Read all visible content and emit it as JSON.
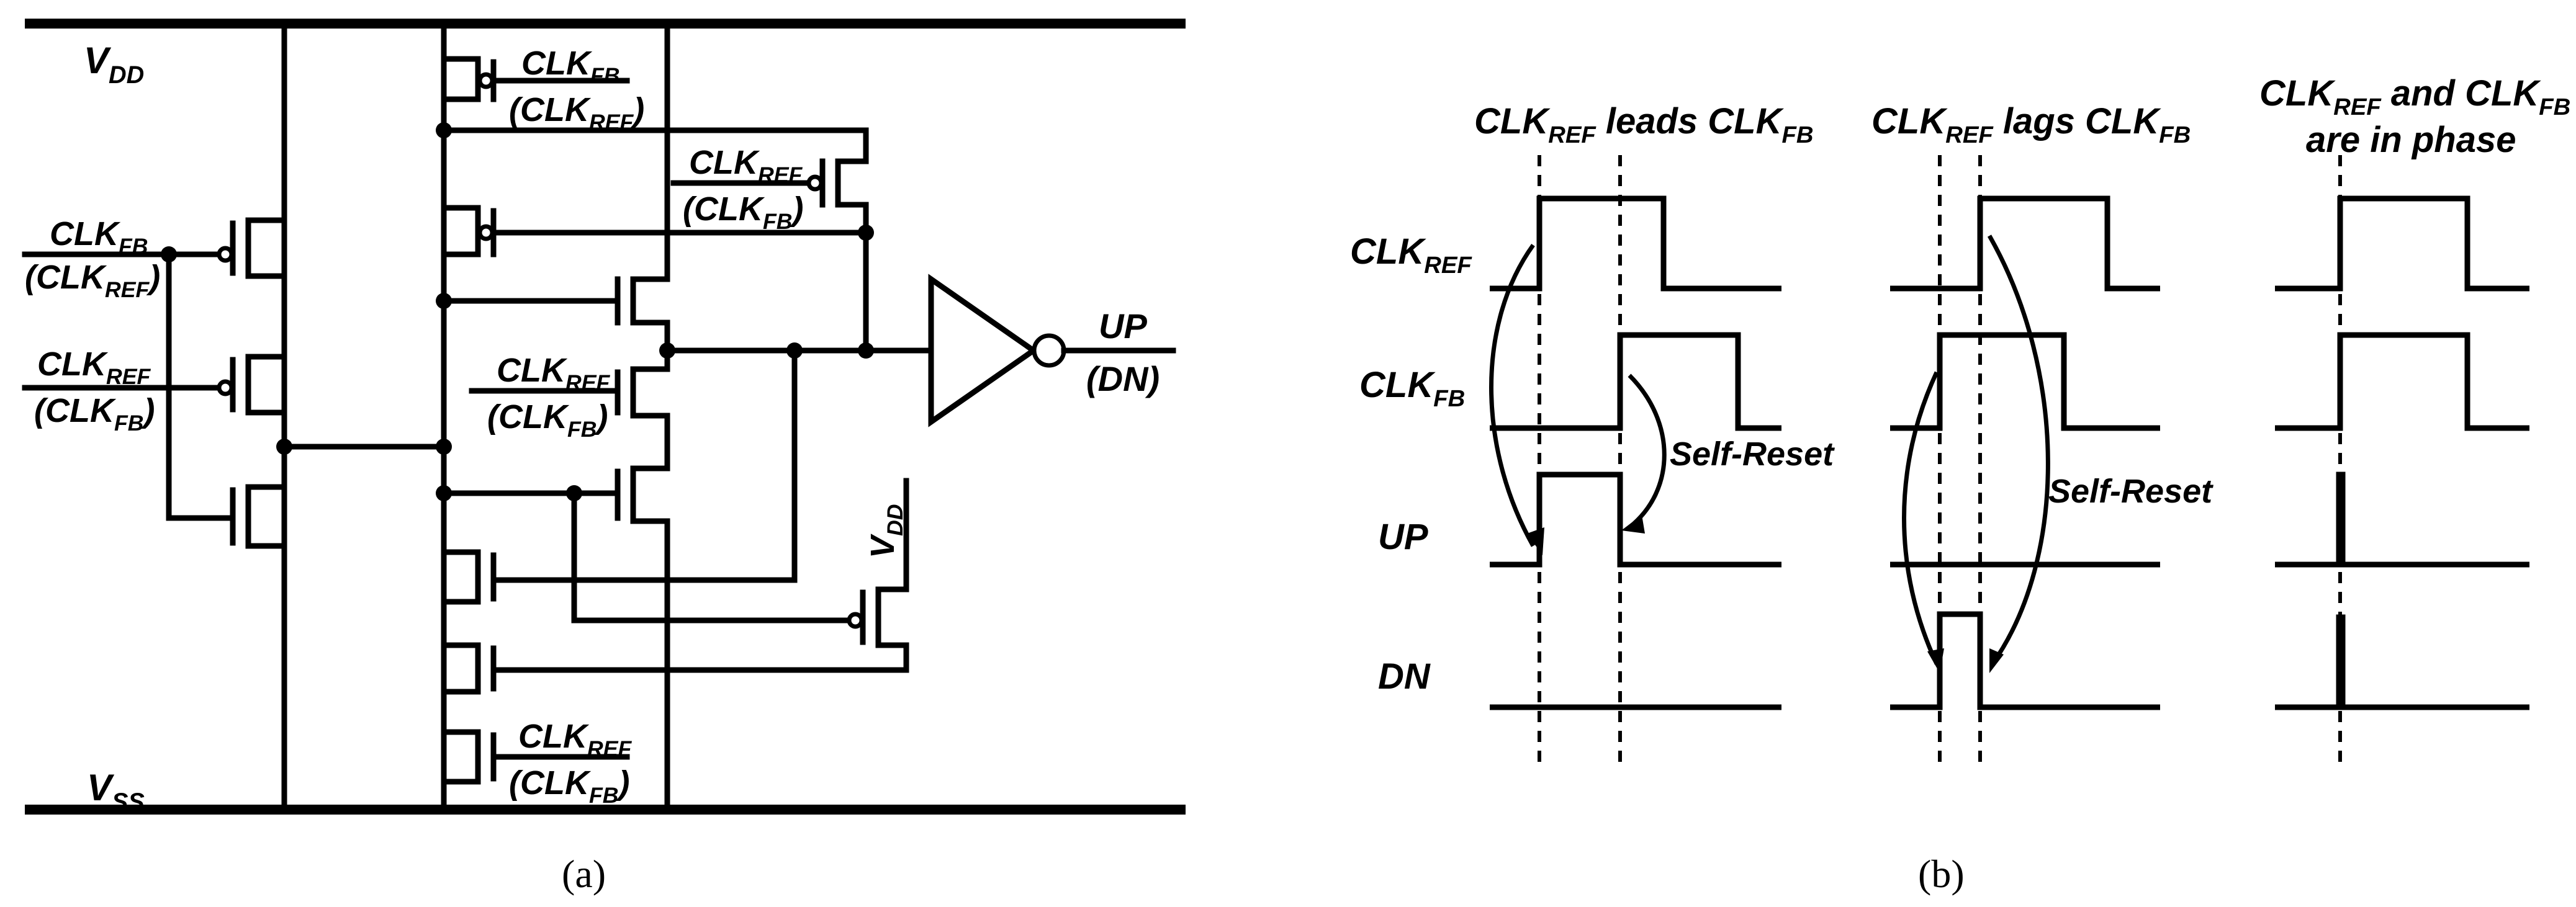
{
  "panel_a": {
    "caption": "(a)",
    "rails": {
      "vdd": {
        "main": "V",
        "sub": "DD"
      },
      "vss": {
        "main": "V",
        "sub": "SS"
      }
    },
    "left_inputs": [
      {
        "line1": {
          "main": "CLK",
          "sub": "FB"
        },
        "line2": {
          "open": "(CLK",
          "sub": "REF",
          "close": ")"
        }
      },
      {
        "line1": {
          "main": "CLK",
          "sub": "REF"
        },
        "line2": {
          "open": "(CLK",
          "sub": "FB",
          "close": ")"
        }
      }
    ],
    "top_label": {
      "line1": {
        "main": "CLK",
        "sub": "FB"
      },
      "line2": {
        "open": "(CLK",
        "sub": "REF",
        "close": ")"
      }
    },
    "upper_right_label": {
      "line1": {
        "main": "CLK",
        "sub": "REF"
      },
      "line2": {
        "open": "(CLK",
        "sub": "FB",
        "close": ")"
      }
    },
    "middle_label": {
      "line1": {
        "main": "CLK",
        "sub": "REF"
      },
      "line2": {
        "open": "(CLK",
        "sub": "FB",
        "close": ")"
      }
    },
    "bottom_label": {
      "line1": {
        "main": "CLK",
        "sub": "REF"
      },
      "line2": {
        "open": "(CLK",
        "sub": "FB",
        "close": ")"
      }
    },
    "vdd_small": {
      "main": "V",
      "sub": "DD"
    },
    "output": {
      "line1": "UP",
      "line2": "(DN)"
    }
  },
  "panel_b": {
    "caption": "(b)",
    "signals": [
      {
        "main": "CLK",
        "sub": "REF"
      },
      {
        "main": "CLK",
        "sub": "FB"
      },
      {
        "main": "UP",
        "sub": ""
      },
      {
        "main": "DN",
        "sub": ""
      }
    ],
    "cases": [
      {
        "title": [
          {
            "a": "CLK",
            "sub": "REF",
            "b": " leads CLK",
            "sub2": "FB"
          }
        ]
      },
      {
        "title": [
          {
            "a": "CLK",
            "sub": "REF",
            "b": " lags CLK",
            "sub2": "FB"
          }
        ]
      },
      {
        "title": [
          {
            "a": "CLK",
            "sub": "REF",
            "b": " and CLK",
            "sub2": "FB"
          },
          {
            "a": "are in phase",
            "sub": "",
            "b": "",
            "sub2": ""
          }
        ]
      }
    ],
    "annotations": {
      "self_reset_1": "Self-Reset",
      "self_reset_2": "Self-Reset"
    }
  }
}
